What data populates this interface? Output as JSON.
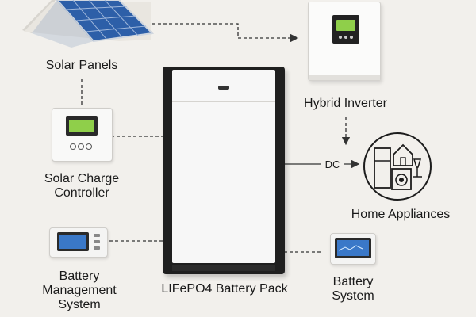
{
  "nodes": {
    "solar_panels": {
      "label": "Solar Panels"
    },
    "hybrid_inverter": {
      "label": "Hybrid Inverter"
    },
    "charge_controller": {
      "line1": "Solar Charge",
      "line2": "Controller"
    },
    "home_appliances": {
      "label": "Home Appliances"
    },
    "bms": {
      "line1": "Battery",
      "line2": "Management",
      "line3": "System"
    },
    "battery_pack": {
      "label": "LIFePO4 Battery Pack"
    },
    "battery_system": {
      "line1": "Battery",
      "line2": "System"
    }
  },
  "connections": {
    "dc_label": "DC"
  },
  "colors": {
    "background": "#f2f0ec",
    "screen_green": "#8fcf4a",
    "screen_blue": "#3a78c8",
    "panel_blue": "#2d5fa8",
    "battery_body": "#f7f7f7",
    "battery_frame": "#222222"
  }
}
